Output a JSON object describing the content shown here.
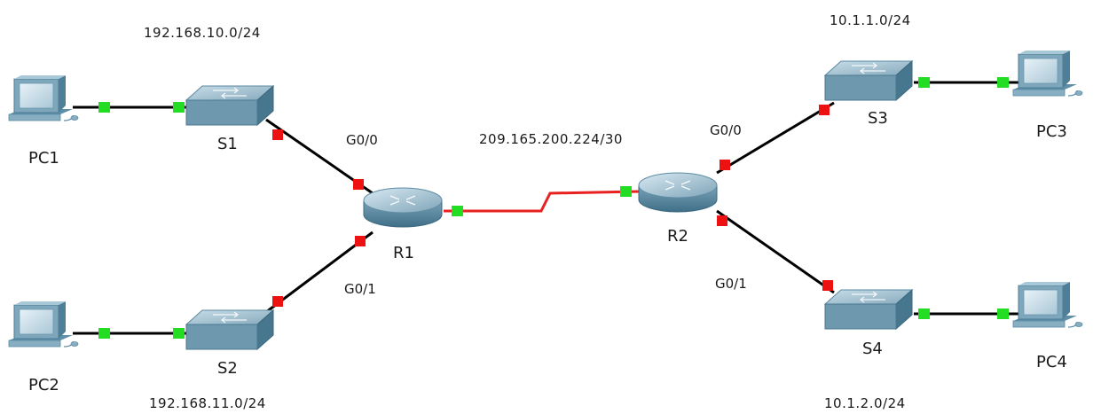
{
  "devices": {
    "pc1": "PC1",
    "pc2": "PC2",
    "pc3": "PC3",
    "pc4": "PC4",
    "s1": "S1",
    "s2": "S2",
    "s3": "S3",
    "s4": "S4",
    "r1": "R1",
    "r2": "R2"
  },
  "networks": {
    "lan_s1": "192.168.10.0/24",
    "lan_s2": "192.168.11.0/24",
    "lan_s3": "10.1.1.0/24",
    "lan_s4": "10.1.2.0/24",
    "wan": "209.165.200.224/30"
  },
  "interfaces": {
    "r1_g00": "G0/0",
    "r1_g01": "G0/1",
    "r2_g00": "G0/0",
    "r2_g01": "G0/1"
  },
  "colors": {
    "link": "#000000",
    "serial_link": "#e82020",
    "port_up": "#22dd22",
    "port_down": "#ee1111",
    "device_face": "#8fb4c6",
    "device_dark": "#4d7f97"
  }
}
